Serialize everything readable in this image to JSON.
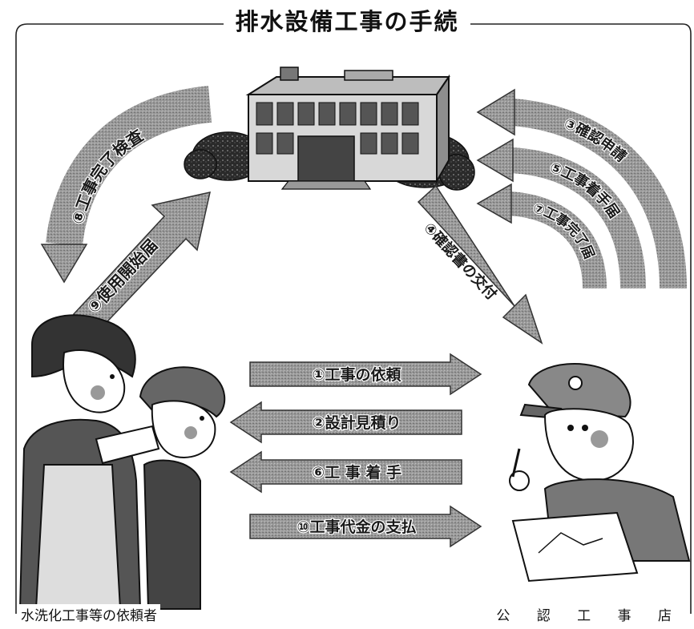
{
  "title": "排水設備工事の手続",
  "parties": {
    "client": "水洗化工事等の依頼者",
    "contractor": "公 認 工 事 店"
  },
  "steps": {
    "s1": "①工事の依頼",
    "s2": "②設計見積り",
    "s3": "③確認申請",
    "s4": "④確認書の交付",
    "s5": "⑤工事着手届",
    "s6": "⑥工 事 着 手",
    "s7": "⑦工事完了届",
    "s8": "⑧工事完了検査",
    "s9": "⑨使用開始届",
    "s10": "⑩工事代金の支払"
  },
  "colors": {
    "ink": "#1a1a1a",
    "arrow_fill": "#8a8a8a",
    "arrow_dark": "#555555",
    "paper": "#ffffff"
  }
}
